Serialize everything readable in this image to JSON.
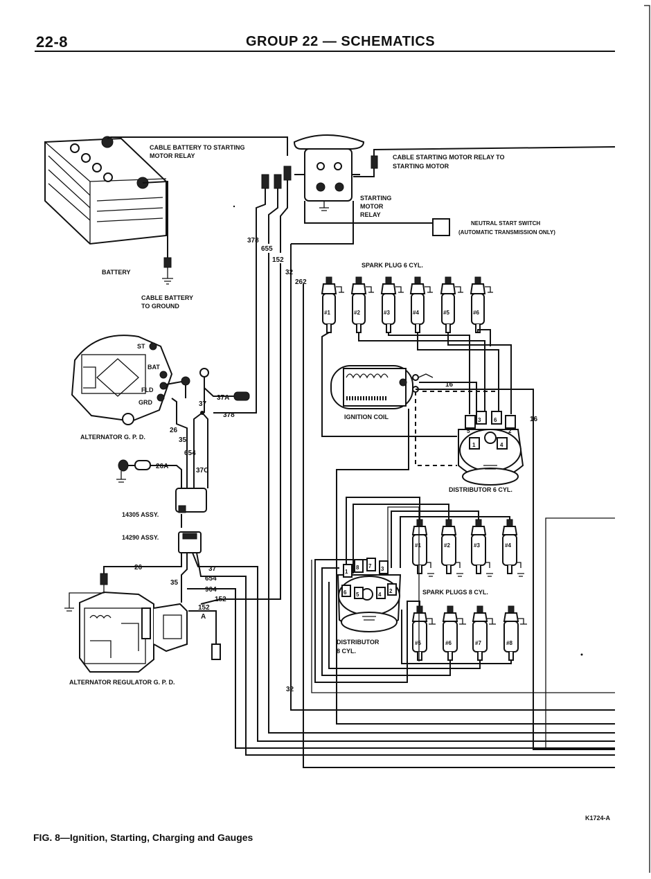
{
  "header": {
    "page_number": "22-8",
    "group": "GROUP  22 — SCHEMATICS"
  },
  "figure": {
    "caption": "FIG. 8—Ignition, Starting, Charging and Gauges",
    "code": "K1724-A"
  },
  "components": {
    "battery": "BATTERY",
    "cable_battery_relay": [
      "CABLE BATTERY TO STARTING",
      "MOTOR RELAY"
    ],
    "cable_battery_ground": [
      "CABLE BATTERY",
      "TO GROUND"
    ],
    "cable_relay_motor": [
      "CABLE STARTING MOTOR RELAY TO",
      "STARTING MOTOR"
    ],
    "starting_motor_relay": [
      "STARTING",
      "MOTOR",
      "RELAY"
    ],
    "neutral_start_switch": [
      "NEUTRAL START SWITCH",
      "(AUTOMATIC TRANSMISSION ONLY)"
    ],
    "spark_plug_6": "SPARK PLUG 6 CYL.",
    "ignition_coil": "IGNITION COIL",
    "distributor_6": "DISTRIBUTOR 6 CYL.",
    "alternator": "ALTERNATOR G. P. D.",
    "alternator_terminals": [
      "ST",
      "BAT",
      "FLD",
      "GRD"
    ],
    "assy_14305": "14305 ASSY.",
    "assy_14290": "14290 ASSY.",
    "spark_plugs_8": "SPARK PLUGS 8 CYL.",
    "distributor_8": [
      "DISTRIBUTOR",
      "8 CYL."
    ],
    "regulator": "ALTERNATOR REGULATOR G. P. D."
  },
  "plugs_6": [
    "#1",
    "#2",
    "#3",
    "#4",
    "#5",
    "#6"
  ],
  "plugs_8_top": [
    "#1",
    "#2",
    "#3",
    "#4"
  ],
  "plugs_8_bottom": [
    "#5",
    "#6",
    "#7",
    "#8"
  ],
  "dist6_terminals": [
    "3",
    "6",
    "5",
    "2",
    "1",
    "4"
  ],
  "dist8_terminals": [
    "1",
    "8",
    "7",
    "3",
    "6",
    "5",
    "4",
    "2"
  ],
  "wires": {
    "w378": "378",
    "w655": "655",
    "w152": "152",
    "w32": "32",
    "w262": "262",
    "w16": "16",
    "w37A": "37A",
    "w37": "37",
    "w26": "26",
    "w35": "35",
    "w654": "654",
    "w26A": "26A",
    "w37C": "37C",
    "w904": "904",
    "w152A": "152",
    "w152A_suffix": "A"
  }
}
